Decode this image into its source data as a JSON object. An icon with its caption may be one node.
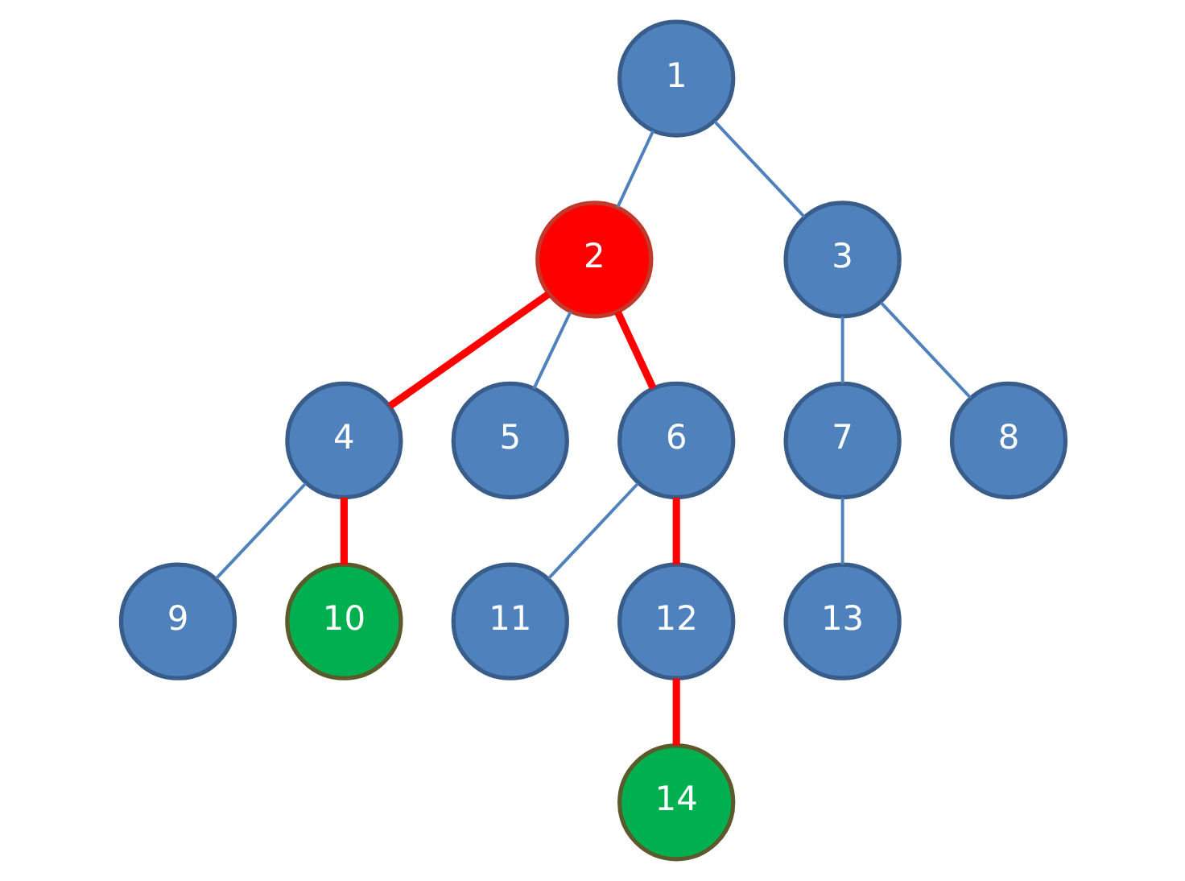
{
  "diagram": {
    "nodes": [
      {
        "text": [
          "1"
        ]
      },
      {
        "text": [
          "2"
        ]
      },
      {
        "text": [
          "3"
        ]
      },
      {
        "text": [
          "4"
        ]
      },
      {
        "text": [
          "5"
        ]
      },
      {
        "text": [
          "6"
        ]
      },
      {
        "text": [
          "7"
        ]
      },
      {
        "text": [
          "8"
        ]
      },
      {
        "text": [
          "9"
        ]
      },
      {
        "text": [
          "10"
        ]
      },
      {
        "text": [
          "11"
        ]
      },
      {
        "text": [
          "12"
        ]
      },
      {
        "text": [
          "13"
        ]
      },
      {
        "text": [
          "14"
        ]
      }
    ],
    "edges": [
      {
        "from": 0,
        "to": 1,
        "arrow": "none"
      },
      {
        "from": 0,
        "to": 2,
        "arrow": "none"
      },
      {
        "from": 1,
        "to": 3,
        "arrow": "none",
        "style": "thick",
        "color": "#ff0000"
      },
      {
        "from": 1,
        "to": 4,
        "arrow": "none"
      },
      {
        "from": 1,
        "to": 5,
        "arrow": "none",
        "style": "thick",
        "color": "#ff0000"
      },
      {
        "from": 2,
        "to": 6,
        "arrow": "none"
      },
      {
        "from": 2,
        "to": 7,
        "arrow": "none"
      },
      {
        "from": 3,
        "to": 8,
        "arrow": "none"
      },
      {
        "from": 3,
        "to": 9,
        "arrow": "none",
        "style": "thick",
        "color": "#ff0000"
      },
      {
        "from": 5,
        "to": 10,
        "arrow": "none"
      },
      {
        "from": 5,
        "to": 11,
        "arrow": "none",
        "style": "thick",
        "color": "#ff0000"
      },
      {
        "from": 6,
        "to": 12,
        "arrow": "none"
      },
      {
        "from": 11,
        "to": 13,
        "arrow": "none",
        "style": "thick",
        "color": "#ff0000"
      }
    ]
  }
}
